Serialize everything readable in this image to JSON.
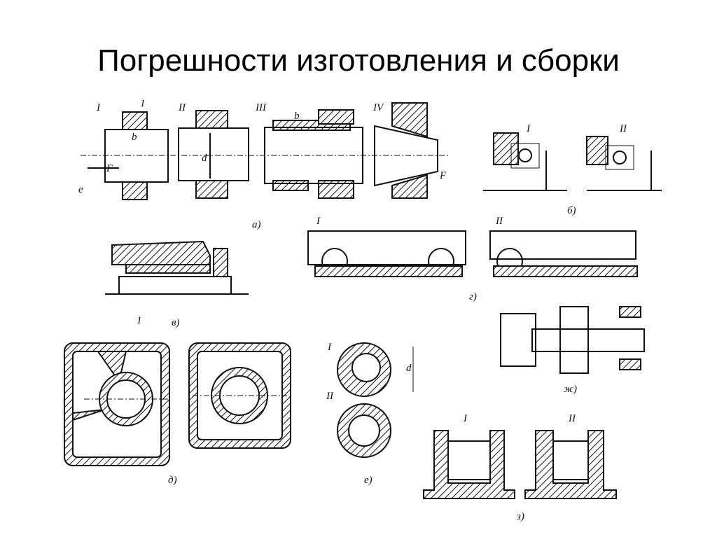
{
  "slide": {
    "title": "Погрешности изготовления и сборки"
  },
  "figure": {
    "a": {
      "positions": [
        "I",
        "II",
        "III",
        "IV"
      ],
      "part_number": "1",
      "dim_b": "b",
      "dim_d": "d",
      "force": "F",
      "offset": "e",
      "caption": "а)"
    },
    "b": {
      "positions": [
        "I",
        "II"
      ],
      "caption": "б)"
    },
    "v": {
      "part_number": "1",
      "caption": "в)"
    },
    "g": {
      "positions": [
        "I",
        "II"
      ],
      "caption": "г)"
    },
    "d": {
      "caption": "д)"
    },
    "e": {
      "positions": [
        "I",
        "II"
      ],
      "dim_d": "d",
      "caption": "е)"
    },
    "zh": {
      "caption": "ж)"
    },
    "z": {
      "positions": [
        "I",
        "II"
      ],
      "caption": "з)"
    }
  }
}
